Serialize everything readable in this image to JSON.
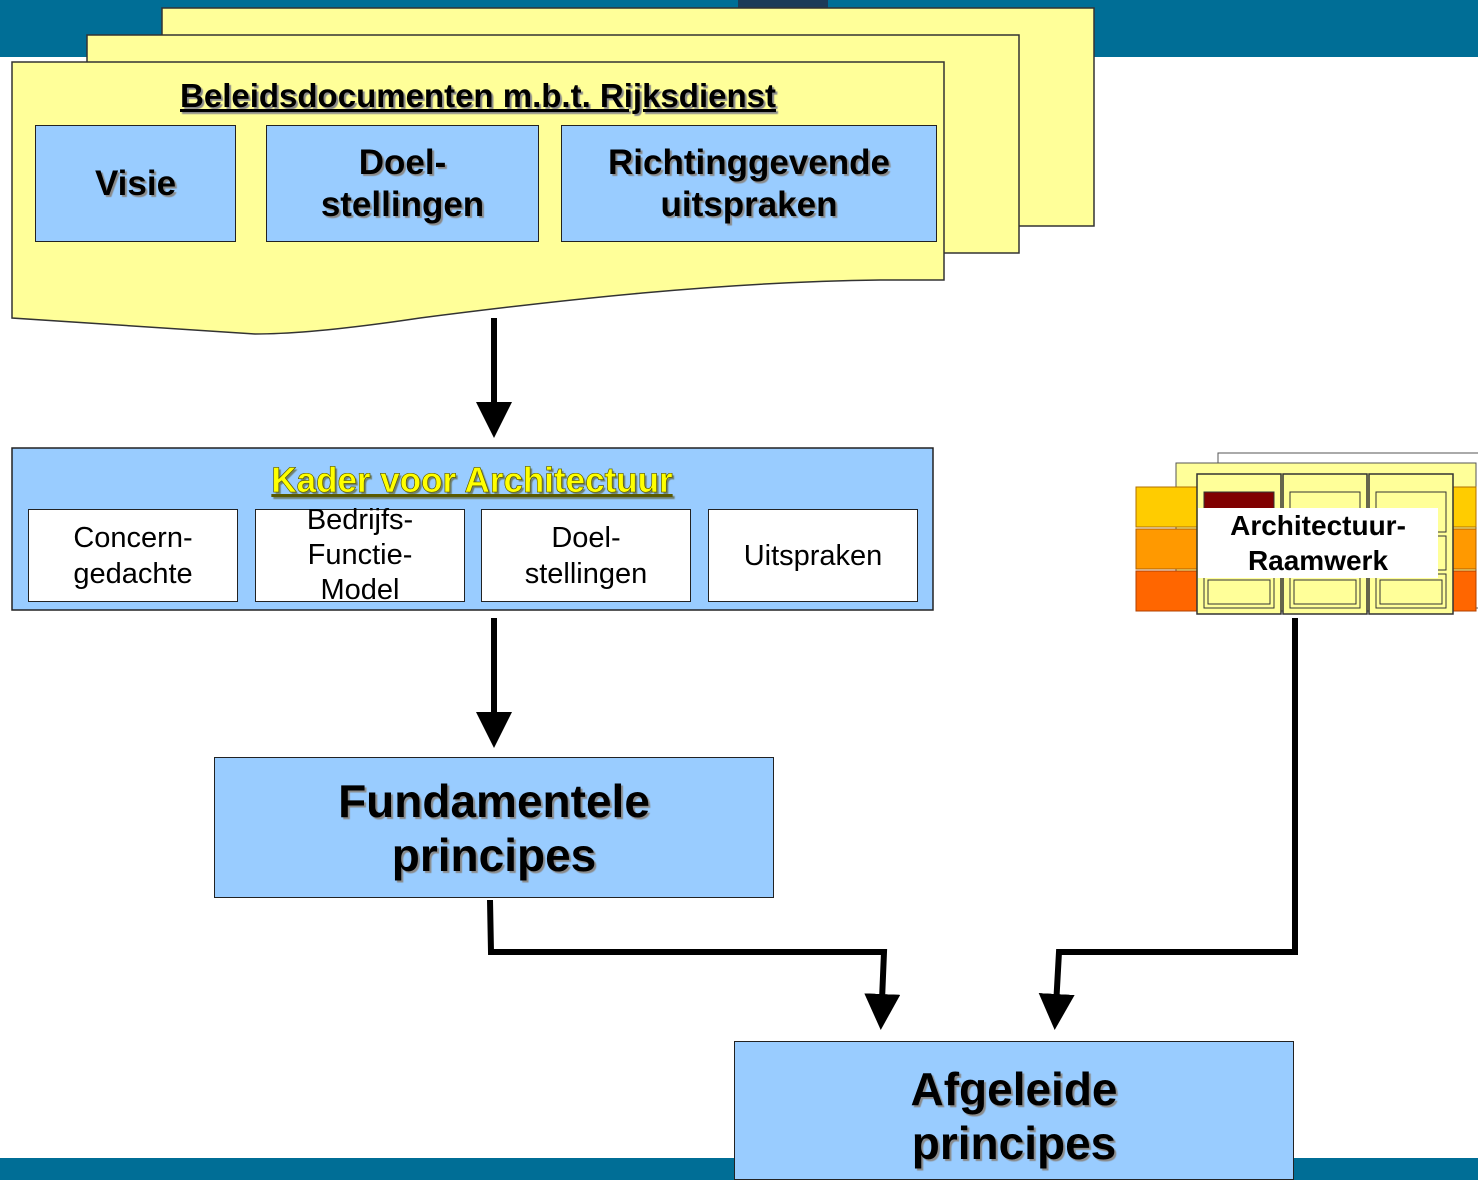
{
  "policy_group": {
    "title": "Beleidsdocumenten m.b.t. Rijksdienst",
    "items": [
      "Visie",
      "Doel-\nstellingen",
      "Richtinggevende\nuitspraken"
    ]
  },
  "kader": {
    "title": "Kader voor Architectuur",
    "items": [
      "Concern-\ngedachte",
      "Bedrijfs-\nFunctie-\nModel",
      "Doel-\nstellingen",
      "Uitspraken"
    ]
  },
  "raamwerk": {
    "label": "Architectuur-\nRaamwerk"
  },
  "fundamentele": {
    "label": "Fundamentele\nprincipes"
  },
  "afgeleide": {
    "label": "Afgeleide\nprincipes"
  },
  "colors": {
    "band": "#006e96",
    "paper": "#ffff99",
    "box_blue": "#99ccff",
    "kader_title": "#ffff00",
    "orange_1": "#ffcc00",
    "orange_2": "#ff9900",
    "orange_3": "#ff6600",
    "dark_red": "#800000"
  }
}
